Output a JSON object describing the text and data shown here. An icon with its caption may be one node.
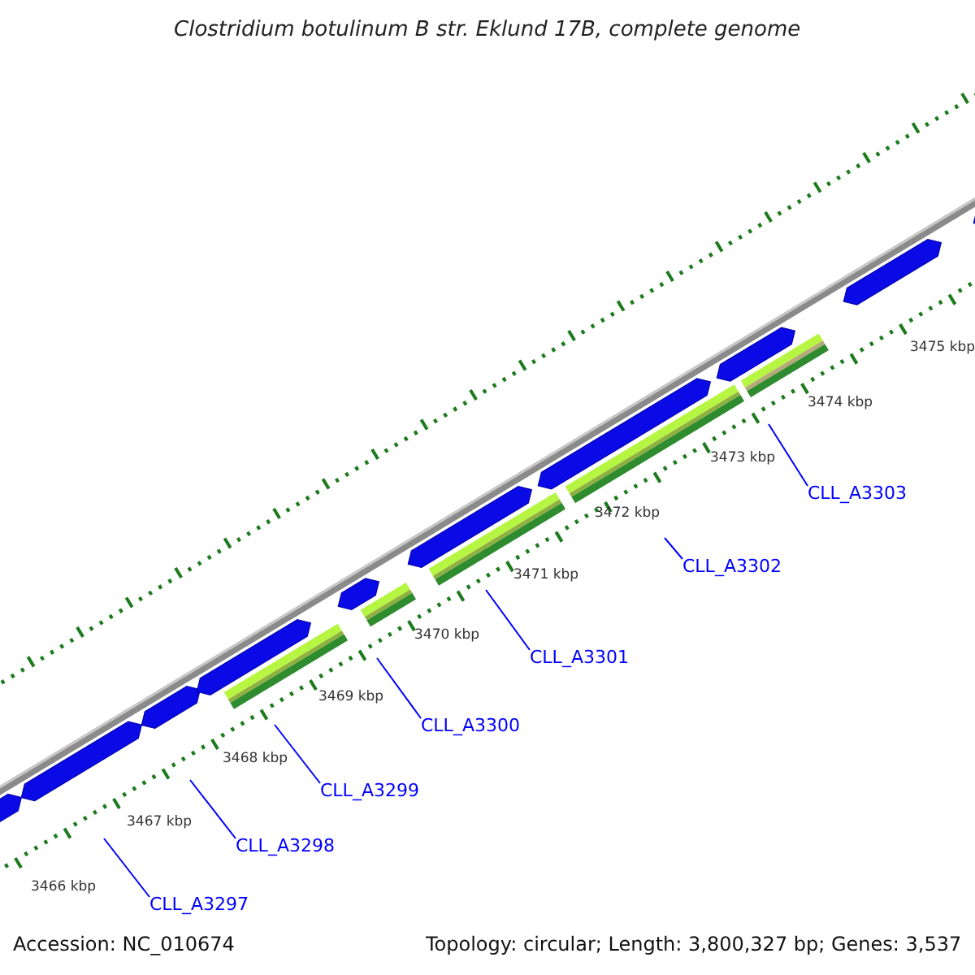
{
  "diagram": {
    "title": "Clostridium botulinum B str. Eklund 17B, complete genome",
    "nodes": [
      {
        "text": [
          "CLL_A3297"
        ]
      },
      {
        "text": [
          "CLL_A3298"
        ]
      },
      {
        "text": [
          "CLL_A3299"
        ]
      },
      {
        "text": [
          "CLL_A3300"
        ]
      },
      {
        "text": [
          "CLL_A3301"
        ]
      },
      {
        "text": [
          "CLL_A3302"
        ]
      },
      {
        "text": [
          "CLL_A3303"
        ]
      }
    ],
    "edges": [
      {
        "from": 0,
        "to": null,
        "arrow": "none"
      },
      {
        "from": 1,
        "to": null,
        "arrow": "none"
      },
      {
        "from": 2,
        "to": null,
        "arrow": "none"
      },
      {
        "from": 3,
        "to": null,
        "arrow": "none"
      },
      {
        "from": 4,
        "to": null,
        "arrow": "none"
      },
      {
        "from": 5,
        "to": null,
        "arrow": "none"
      },
      {
        "from": 6,
        "to": null,
        "arrow": "none"
      }
    ],
    "labels": [
      "3466 kbp",
      "3467 kbp",
      "3468 kbp",
      "3469 kbp",
      "3470 kbp",
      "3471 kbp",
      "3472 kbp",
      "3473 kbp",
      "3474 kbp",
      "3475 kbp",
      "Accession: NC_010674",
      "Topology: circular; Length: 3,800,327 bp; Genes: 3,537"
    ]
  }
}
